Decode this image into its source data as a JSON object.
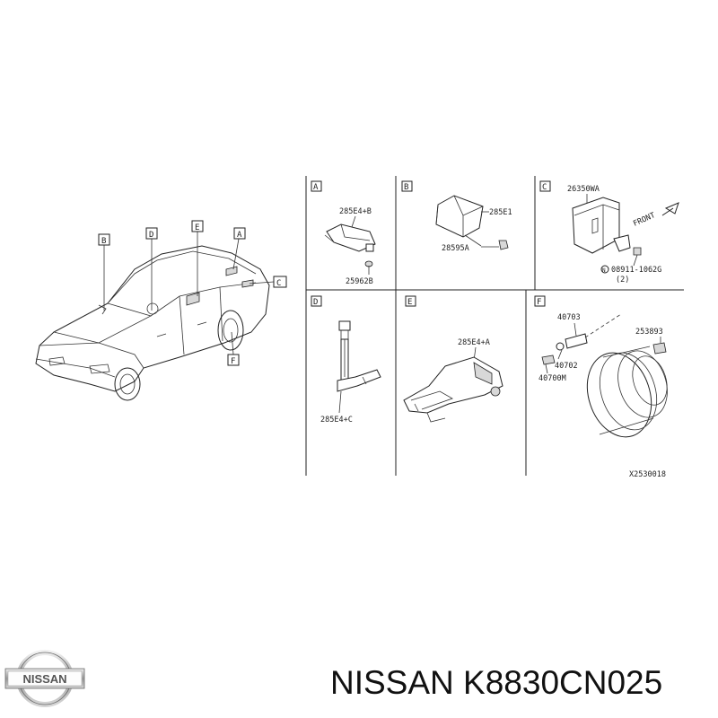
{
  "diagram": {
    "reference": "X2530018",
    "callouts": [
      "B",
      "D",
      "E",
      "A",
      "C",
      "F"
    ],
    "panels": [
      {
        "letter": "A",
        "parts": [
          "285E4+B",
          "25962B"
        ]
      },
      {
        "letter": "B",
        "parts": [
          "285E1",
          "28595A"
        ]
      },
      {
        "letter": "C",
        "parts": [
          "26350WA",
          "FRONT",
          "08911-1062G",
          "(2)"
        ]
      },
      {
        "letter": "D",
        "parts": [
          "285E4+C"
        ]
      },
      {
        "letter": "E",
        "parts": [
          "285E4+A"
        ]
      },
      {
        "letter": "F",
        "parts": [
          "40703",
          "253893",
          "40702",
          "40700M"
        ]
      }
    ],
    "bolt_prefix": "N"
  },
  "footer": {
    "logo_text": "NISSAN",
    "brand": "NISSAN",
    "part_number": "K8830CN025",
    "logo_icon": "nissan-logo-icon"
  }
}
